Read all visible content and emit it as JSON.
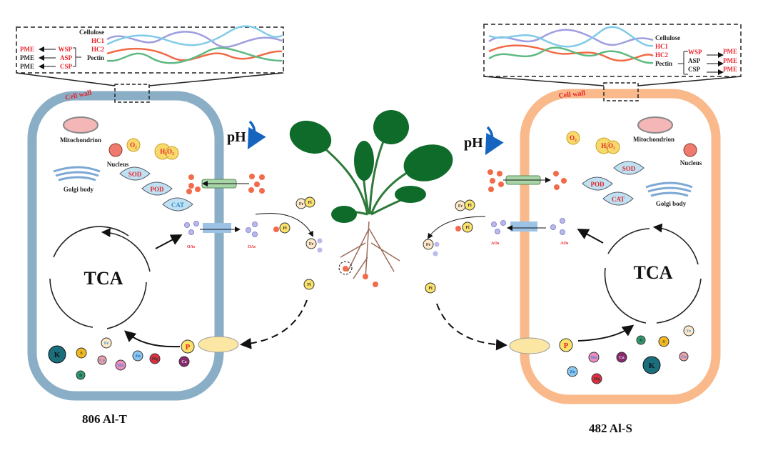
{
  "left_cell": {
    "title": "806  Al-T",
    "wall_color": "#8aaec6",
    "cell_wall": "Cell wall",
    "inset": {
      "cellulose": "Cellulose",
      "hc1": "HC1",
      "hc2": "HC2",
      "pectin": "Pectin",
      "fractions": [
        "WSP",
        "ASP",
        "CSP"
      ],
      "pme": [
        "PME",
        "PME",
        "PME"
      ]
    },
    "organelles": {
      "mitochondrion": "Mitochondrion",
      "nucleus": "Nucleus",
      "golgi": "Golgi body"
    },
    "ros": {
      "o2": "O₂",
      "h2o2": "H₂O₂"
    },
    "enzymes": [
      "SOD",
      "POD",
      "CAT"
    ],
    "tca": "TCA",
    "ph": "pH",
    "oas_in": "OAs",
    "oas_out": "OAs",
    "ions": [
      "K",
      "S",
      "Fe",
      "Cu",
      "Mn",
      "Zn",
      "Mg",
      "Ca",
      "B"
    ],
    "p": "P",
    "pi": "Pi",
    "fe": "Fe"
  },
  "right_cell": {
    "title": "482  Al-S",
    "wall_color": "#f9b98a",
    "cell_wall": "Cell wall",
    "inset": {
      "cellulose": "Cellulose",
      "hc1": "HC1",
      "hc2": "HC2",
      "pectin": "Pectin",
      "fractions": [
        "WSP",
        "ASP",
        "CSP"
      ],
      "pme": [
        "PME",
        "PME",
        "PME"
      ]
    },
    "organelles": {
      "mitochondrion": "Mitochondrion",
      "nucleus": "Nucleus",
      "golgi": "Golgi body"
    },
    "ros": {
      "o2": "O₂",
      "h2o2": "H₂O₂"
    },
    "enzymes": [
      "SOD",
      "POD",
      "CAT"
    ],
    "tca": "TCA",
    "ph": "pH",
    "oas_in": "AOs",
    "oas_out": "AOs",
    "ions": [
      "K",
      "S",
      "Fe",
      "Cu",
      "Mn",
      "Zn",
      "Mg",
      "Ca",
      "B"
    ],
    "p": "P",
    "pi": "Pi",
    "fe": "Fe"
  }
}
